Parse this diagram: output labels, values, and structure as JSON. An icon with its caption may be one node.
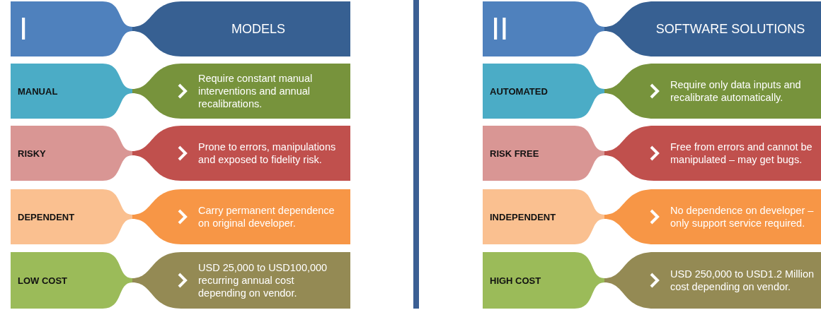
{
  "diagram": {
    "nodes": [
      {
        "text": [
          "I"
        ]
      },
      {
        "text": [
          "MODELS"
        ]
      },
      {
        "text": [
          "MANUAL"
        ]
      },
      {
        "text": [
          "Require constant manual interventions and annual recalibrations."
        ]
      },
      {
        "text": [
          "RISKY"
        ]
      },
      {
        "text": [
          "Prone to errors, manipulations and exposed to fidelity risk."
        ]
      },
      {
        "text": [
          "DEPENDENT"
        ]
      },
      {
        "text": [
          "Carry permanent dependence on original developer."
        ]
      },
      {
        "text": [
          "LOW COST"
        ]
      },
      {
        "text": [
          "USD 25,000 to USD100,000 recurring annual cost depending on vendor."
        ]
      },
      {
        "text": [
          "II"
        ]
      },
      {
        "text": [
          "SOFTWARE SOLUTIONS"
        ]
      },
      {
        "text": [
          "AUTOMATED"
        ]
      },
      {
        "text": [
          "Require only data inputs and recalibrate automatically."
        ]
      },
      {
        "text": [
          "RISK FREE"
        ]
      },
      {
        "text": [
          "Free from errors and cannot be manipulated – may get bugs."
        ]
      },
      {
        "text": [
          "INDEPENDENT"
        ]
      },
      {
        "text": [
          "No dependence on developer – only support service required."
        ]
      },
      {
        "text": [
          "HIGH COST"
        ]
      },
      {
        "text": [
          "USD 250,000 to USD1.2 Million cost depending on vendor."
        ]
      }
    ],
    "edges": []
  }
}
